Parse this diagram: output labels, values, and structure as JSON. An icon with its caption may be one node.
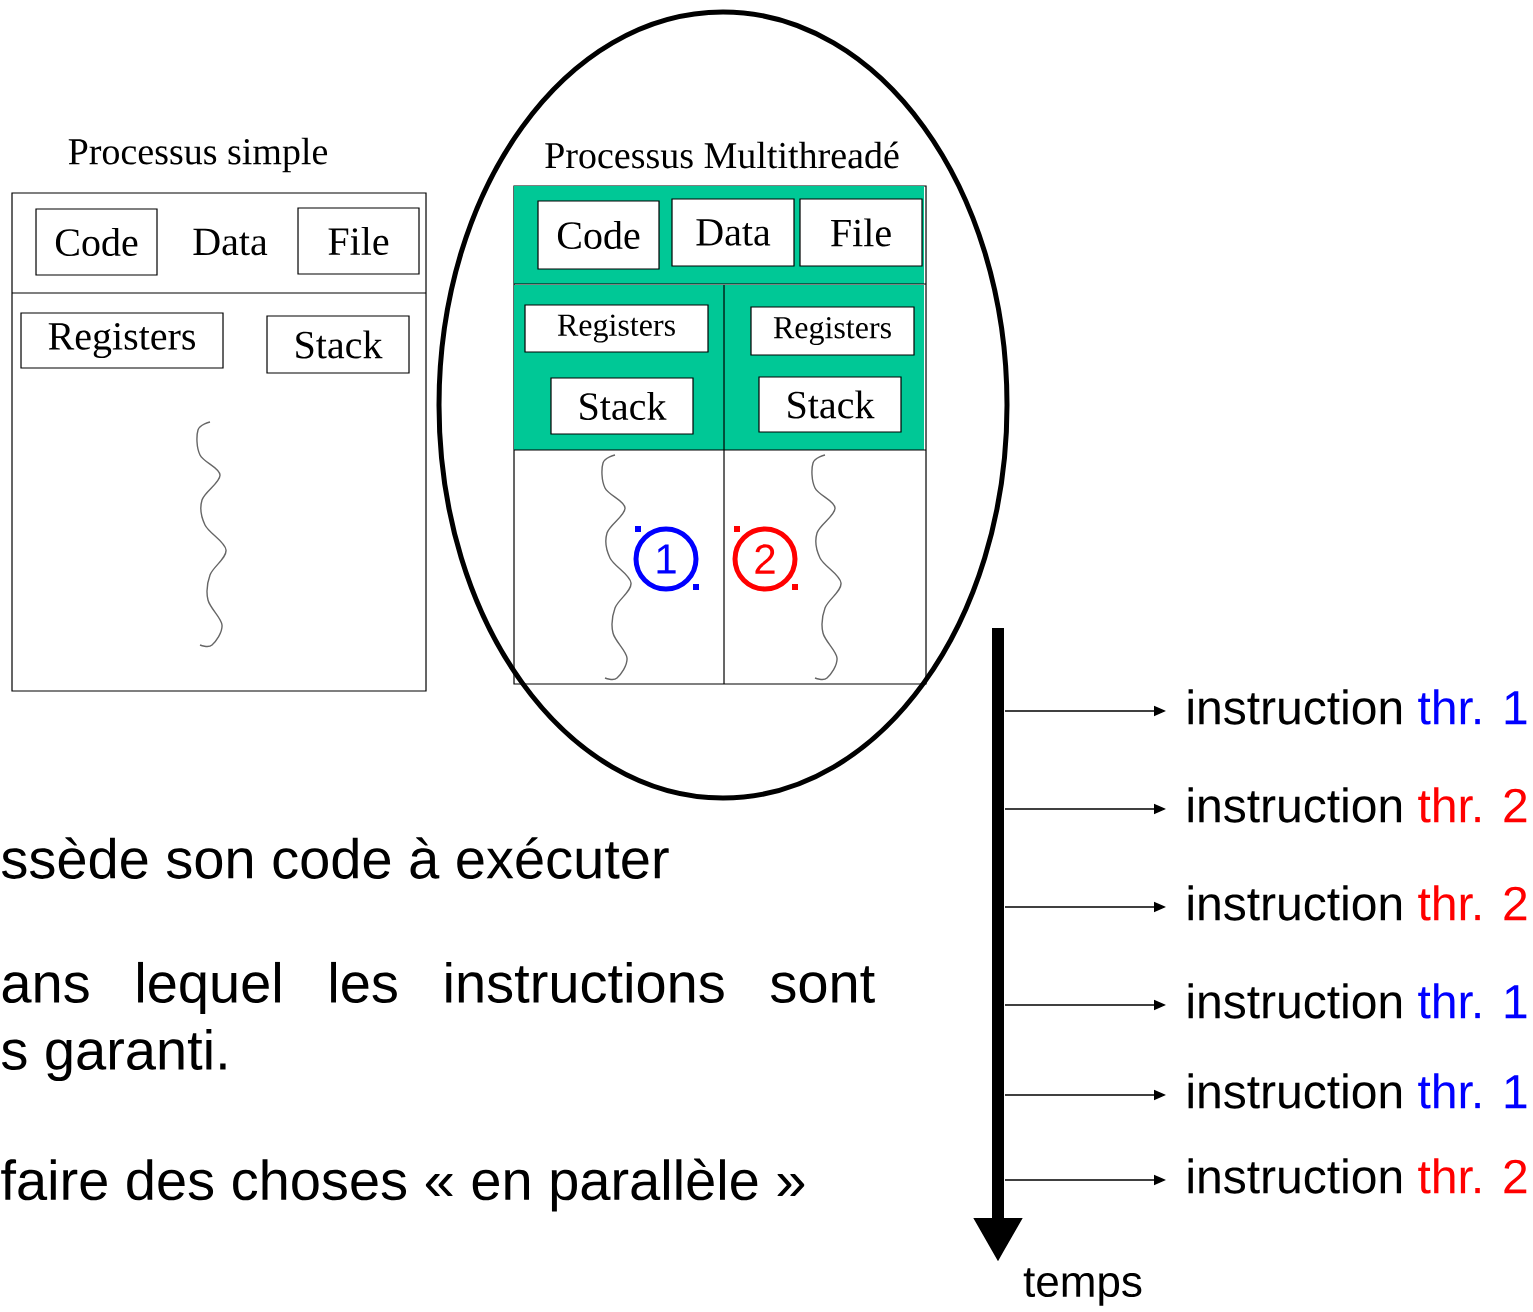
{
  "diagram": {
    "nodes": [
      {
        "text": [
          "Processus simple"
        ]
      },
      {
        "text": [
          "Code"
        ],
        "in": 0
      },
      {
        "text": [
          "File"
        ],
        "in": 0
      },
      {
        "text": [
          "Registers"
        ],
        "in": 0
      },
      {
        "text": [
          "Stack"
        ],
        "in": 0
      },
      {
        "text": [
          "Processus Multithreadé"
        ]
      },
      {
        "text": [
          "Code"
        ],
        "in": 5
      },
      {
        "text": [
          "Data"
        ],
        "in": 5
      },
      {
        "text": [
          "File"
        ],
        "in": 5
      },
      {
        "text": [
          "Registers"
        ],
        "in": 5
      },
      {
        "text": [
          "Stack"
        ],
        "in": 5
      },
      {
        "text": [
          "Registers"
        ],
        "in": 5
      },
      {
        "text": [
          "Stack"
        ],
        "in": 5
      },
      {
        "text": [
          "1"
        ],
        "in": 5
      },
      {
        "text": [
          "2"
        ],
        "in": 5
      },
      {
        "text": [
          "instruction",
          "thr. 1"
        ]
      },
      {
        "text": [
          "instruction",
          "thr. 2"
        ]
      },
      {
        "text": [
          "instruction",
          "thr. 2"
        ]
      },
      {
        "text": [
          "instruction",
          "thr. 1"
        ]
      },
      {
        "text": [
          "instruction",
          "thr. 1"
        ]
      },
      {
        "text": [
          "instruction",
          "thr. 2"
        ]
      }
    ],
    "edges": [
      {
        "from": null,
        "to": 15,
        "arrow": "to"
      },
      {
        "from": null,
        "to": 16,
        "arrow": "to"
      },
      {
        "from": null,
        "to": 17,
        "arrow": "to"
      },
      {
        "from": null,
        "to": 18,
        "arrow": "to"
      },
      {
        "from": null,
        "to": 19,
        "arrow": "to"
      },
      {
        "from": null,
        "to": 20,
        "arrow": "to"
      }
    ],
    "labels": [
      "Data",
      "ssède son code à exécuter",
      "ans lequel les instructions sont",
      "s garanti.",
      "faire des choses « en parallèle »",
      "temps"
    ]
  }
}
